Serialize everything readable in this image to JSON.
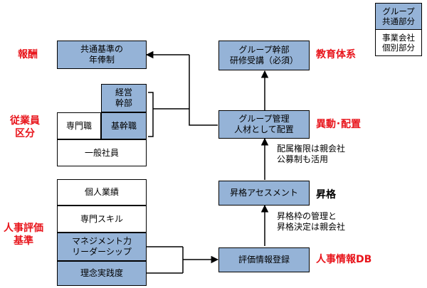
{
  "legend": {
    "group_common": "グループ\n共通部分",
    "company_individual": "事業会社\n個別部分"
  },
  "categories": {
    "compensation": "報酬",
    "employee_class": "従業員\n区分",
    "evaluation_criteria": "人事評価\n基準"
  },
  "boxes": {
    "common_standard_salary": "共通基準の\n年俸制",
    "executive": "経営\n幹部",
    "specialist": "専門職",
    "core_staff": "基幹職",
    "general_staff": "一般社員",
    "individual_performance": "個人業績",
    "specialist_skill": "専門スキル",
    "management_leadership": "マネジメント力\nリーダーシップ",
    "philosophy_practice": "理念実践度",
    "group_exec_training": "グループ幹部\n研修受講（必須）",
    "group_talent_management": "グループ管理\n人材として配置",
    "promotion_assessment": "昇格アセスメント",
    "evaluation_registration": "評価情報登録"
  },
  "side_labels": {
    "education": "教育体系",
    "transfer_placement": "異動･配置",
    "promotion": "昇格",
    "hr_db": "人事情報DB"
  },
  "notes": {
    "placement_authority": "配属権限は親会社\n公募制も活用",
    "promotion_control": "昇格枠の管理と\n昇格決定は親会社"
  },
  "colors": {
    "group_fill": "#95b3d7",
    "accent_red": "#e8141b"
  }
}
